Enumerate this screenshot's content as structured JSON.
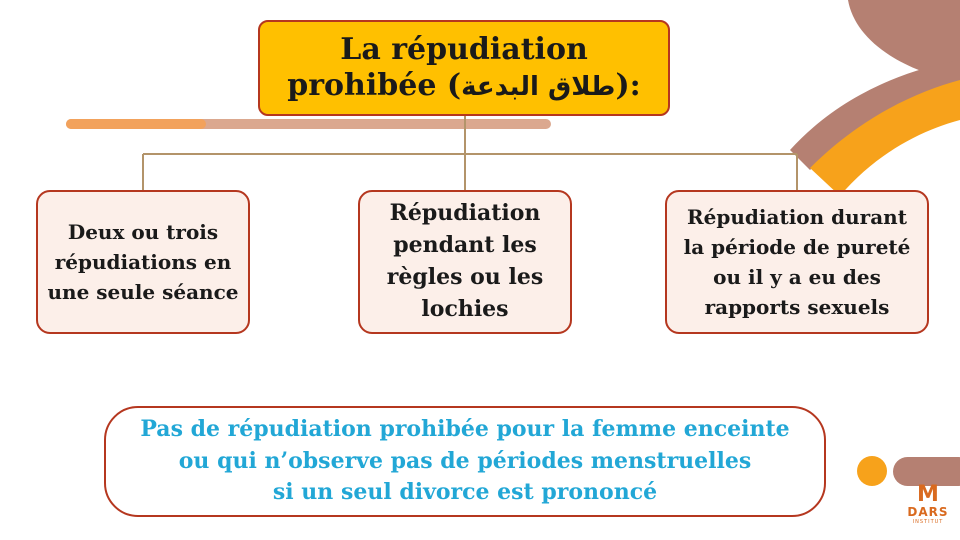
{
  "title": {
    "line1": "La répudiation",
    "line2_prefix": "prohibée (",
    "line2_arabic": "طلاق البدعة",
    "line2_suffix": "):"
  },
  "branches": [
    {
      "text": "Deux ou trois répudiations en une seule séance"
    },
    {
      "text": "Répudiation pendant les règles ou les lochies"
    },
    {
      "text": "Répudiation durant la période de pureté ou il y a eu des rapports sexuels"
    }
  ],
  "note": {
    "line1": "Pas de répudiation prohibée pour la femme enceinte",
    "line2": "ou qui n’observe pas de périodes menstruelles",
    "line3": "si un seul divorce est prononcé"
  },
  "logo": {
    "word": "DARS",
    "sub": "INSTITUT"
  },
  "colors": {
    "title_fill": "#ffc000",
    "box_border": "#b5371f",
    "box_fill": "#fcefe9",
    "note_text": "#22a7d6",
    "connector": "#b3946a",
    "accent_orange": "#f7a21b",
    "accent_brown": "#b58072"
  }
}
